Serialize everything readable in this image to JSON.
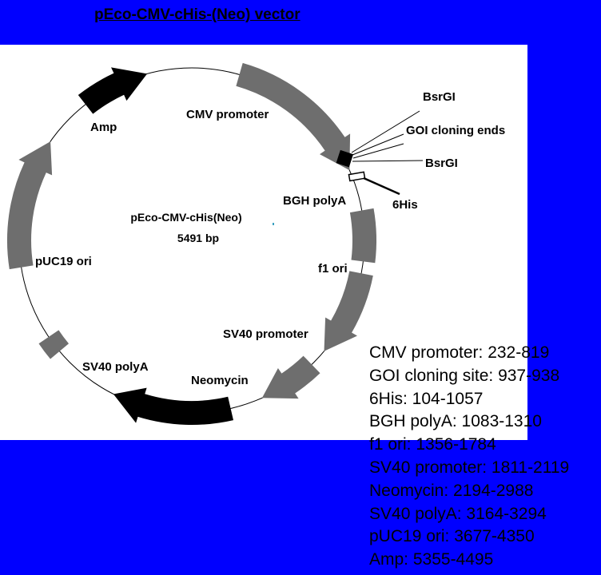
{
  "title": "pEco-CMV-cHis-(Neo) vector",
  "plasmid": {
    "name": "pEco-CMV-cHis(Neo)",
    "size": "5491 bp"
  },
  "features": [
    {
      "label": "CMV promoter",
      "color": "#6E6E6E",
      "arrow": true
    },
    {
      "label": "BGH polyA",
      "color": "#6E6E6E",
      "arrow": false
    },
    {
      "label": "f1 ori",
      "color": "#6E6E6E",
      "arrow": true
    },
    {
      "label": "SV40 promoter",
      "color": "#6E6E6E",
      "arrow": true
    },
    {
      "label": "Neomycin",
      "color": "#000000",
      "arrow": true
    },
    {
      "label": "SV40 polyA",
      "color": "#6E6E6E",
      "arrow": false
    },
    {
      "label": "pUC19 ori",
      "color": "#6E6E6E",
      "arrow": true
    },
    {
      "label": "Amp",
      "color": "#000000",
      "arrow": true
    }
  ],
  "sites": {
    "bsrgi_top": "BsrGI",
    "goi": "GOI cloning ends",
    "bsrgi_bottom": "BsrGI",
    "his": "6His"
  },
  "legend": [
    "CMV promoter: 232-819",
    "GOI cloning site: 937-938",
    "6His: 104-1057",
    "BGH polyA: 1083-1310",
    "f1 ori:  1356-1784",
    "SV40 promoter: 1811-2119",
    "Neomycin: 2194-2988",
    "SV40 polyA: 3164-3294",
    "pUC19 ori: 3677-4350",
    "Amp:  5355-4495"
  ],
  "colors": {
    "background": "#0000FF",
    "panel": "#FFFFFF",
    "feature_gray": "#6E6E6E",
    "feature_black": "#000000"
  }
}
